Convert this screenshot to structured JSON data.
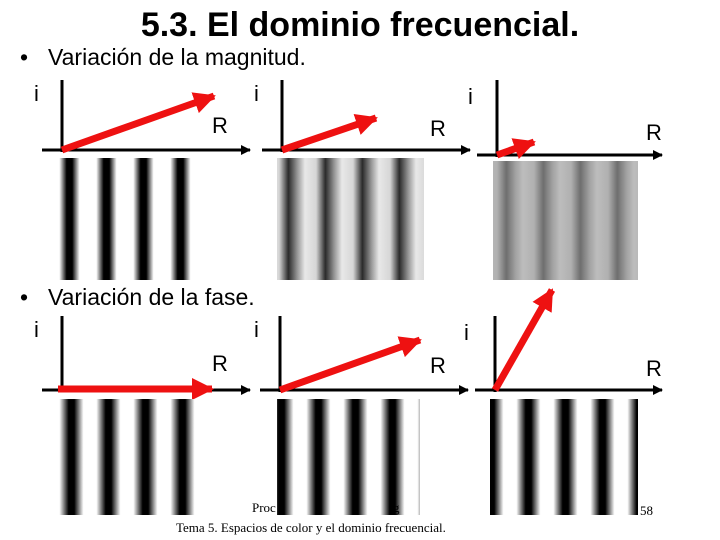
{
  "slide": {
    "title": "5.3. El dominio frecuencial.",
    "bullet_magnitude": "Variación de la magnitud.",
    "bullet_phase": "Variación de la fase.",
    "footer_left": "Proc",
    "footer_mid": "g",
    "footer_page": "58",
    "footer_subtitle": "Tema 5. Espacios de color y el dominio frecuencial.",
    "imag_axis_label": "i",
    "real_axis_label": "R",
    "colors": {
      "arrow": "#ee1111",
      "axis": "#000000"
    }
  }
}
